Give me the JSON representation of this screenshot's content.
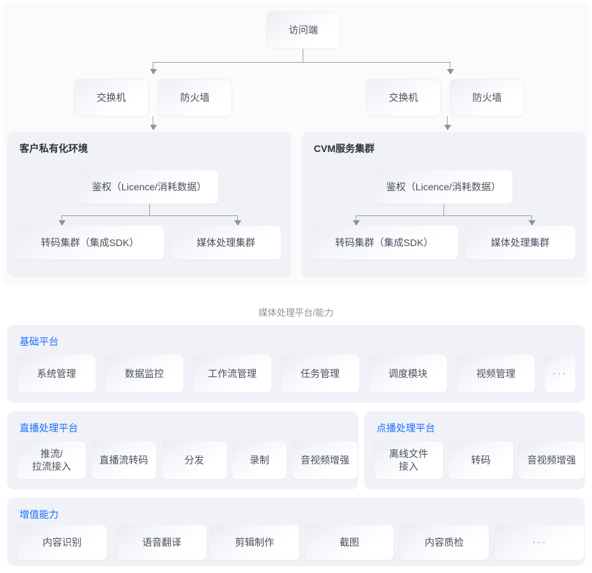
{
  "diagram": {
    "caption": "媒体处理平台/能力",
    "top": {
      "client_box": "访问端",
      "left_branch": {
        "switch": "交换机",
        "firewall": "防火墙"
      },
      "right_branch": {
        "switch": "交换机",
        "firewall": "防火墙"
      },
      "groups": [
        {
          "title": "客户私有化环境",
          "auth": "鉴权（Licence/消耗数据）",
          "children": [
            "转码集群（集成SDK）",
            "媒体处理集群"
          ]
        },
        {
          "title": "CVM服务集群",
          "auth": "鉴权（Licence/消耗数据）",
          "children": [
            "转码集群（集成SDK）",
            "媒体处理集群"
          ]
        }
      ]
    },
    "sections": [
      {
        "title": "基础平台",
        "items": [
          "系统管理",
          "数据监控",
          "工作流管理",
          "任务管理",
          "调度模块",
          "视频管理",
          "···"
        ]
      },
      {
        "title": "直播处理平台",
        "items": [
          "推流/\n拉流接入",
          "直播流转码",
          "分发",
          "录制",
          "音视频增强"
        ]
      },
      {
        "title": "点播处理平台",
        "items": [
          "离线文件\n接入",
          "转码",
          "音视频增强"
        ]
      },
      {
        "title": "增值能力",
        "items": [
          "内容识别",
          "语音翻译",
          "剪辑制作",
          "截图",
          "内容质检",
          "···"
        ]
      }
    ]
  },
  "colors": {
    "accent": "#1a6eff",
    "panel_bg": "#f0f2f7",
    "page_bg": "#fbfbfc",
    "connector": "#9aa0a8",
    "text": "#4a505c"
  }
}
